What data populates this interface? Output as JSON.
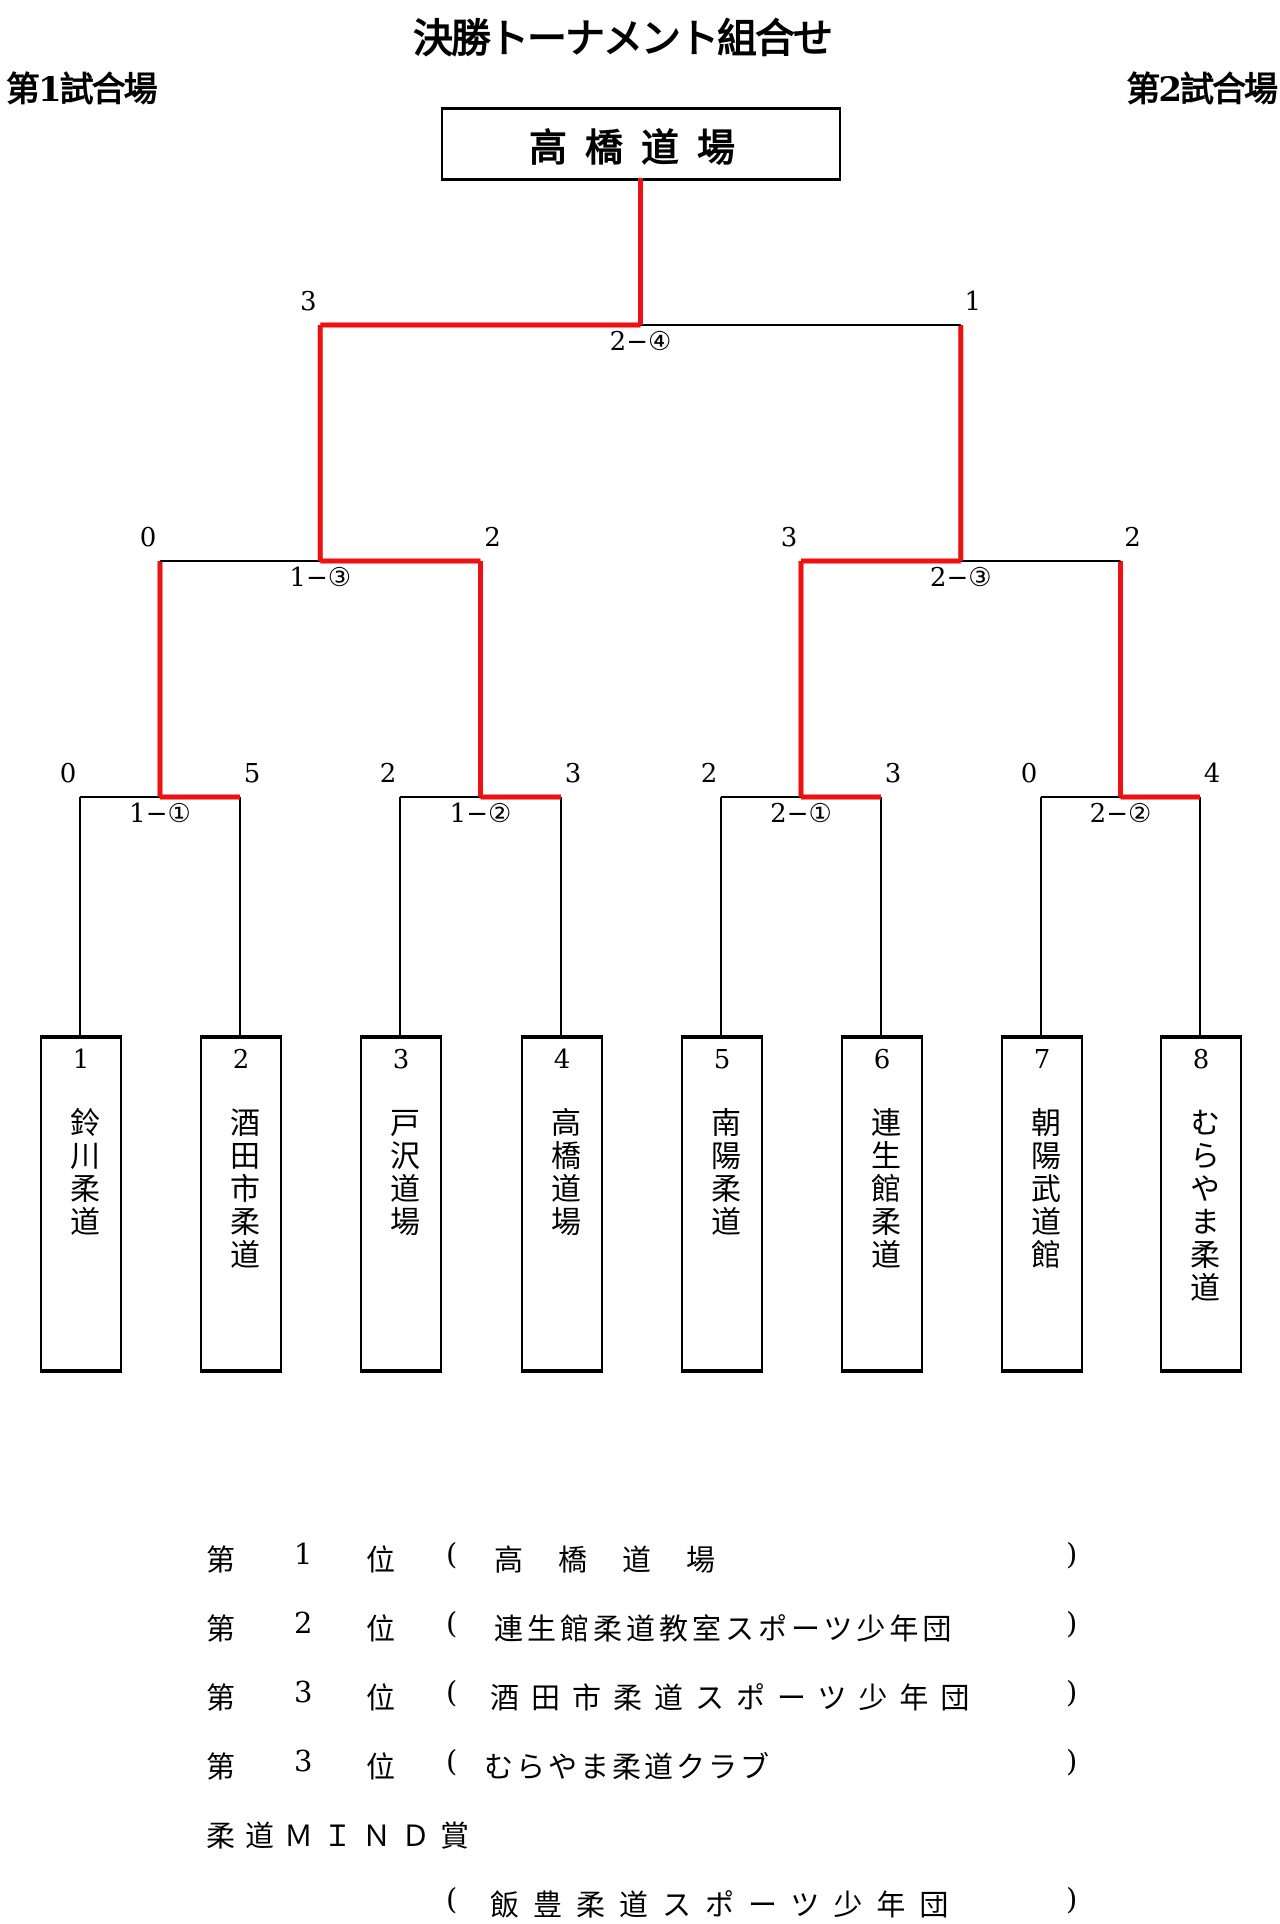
{
  "title": "決勝トーナメント組合せ",
  "venues": {
    "left": "第1試合場",
    "right": "第2試合場"
  },
  "champion": "高橋道場",
  "colors": {
    "winner_line": "#ee1111",
    "line": "#000000"
  },
  "entries": [
    {
      "num": "1",
      "name": "鈴川柔道"
    },
    {
      "num": "2",
      "name": "酒田市柔道"
    },
    {
      "num": "3",
      "name": "戸沢道場"
    },
    {
      "num": "4",
      "name": "高橋道場"
    },
    {
      "num": "5",
      "name": "南陽柔道"
    },
    {
      "num": "6",
      "name": "連生館柔道"
    },
    {
      "num": "7",
      "name": "朝陽武道館"
    },
    {
      "num": "8",
      "name": "むらやま柔道"
    }
  ],
  "matches": [
    {
      "label": "1−①",
      "left_score": "0",
      "right_score": "5",
      "winner": "right"
    },
    {
      "label": "1−②",
      "left_score": "2",
      "right_score": "3",
      "winner": "right"
    },
    {
      "label": "2−①",
      "left_score": "2",
      "right_score": "3",
      "winner": "right"
    },
    {
      "label": "2−②",
      "left_score": "0",
      "right_score": "4",
      "winner": "right"
    },
    {
      "label": "1−③",
      "left_score": "0",
      "right_score": "2",
      "winner": "right"
    },
    {
      "label": "2−③",
      "left_score": "3",
      "right_score": "2",
      "winner": "left"
    },
    {
      "label": "2−④",
      "left_score": "3",
      "right_score": "1",
      "winner": "left"
    }
  ],
  "rankings": [
    {
      "a": "第",
      "b": "1",
      "c": "位",
      "open": "(",
      "name": "高　橋　道　場",
      "close": ")"
    },
    {
      "a": "第",
      "b": "2",
      "c": "位",
      "open": "(",
      "name": "連生館柔道教室スポーツ少年団",
      "close": ")"
    },
    {
      "a": "第",
      "b": "3",
      "c": "位",
      "open": "(",
      "name": "酒田市柔道スポーツ少年団",
      "close": ")"
    },
    {
      "a": "第",
      "b": "3",
      "c": "位",
      "open": "(",
      "name": "むらやま柔道クラブ",
      "close": ")"
    }
  ],
  "special_award": {
    "label": "柔道ＭＩＮＤ賞",
    "open": "(",
    "name": "飯豊柔道スポーツ少年団",
    "close": ")"
  }
}
